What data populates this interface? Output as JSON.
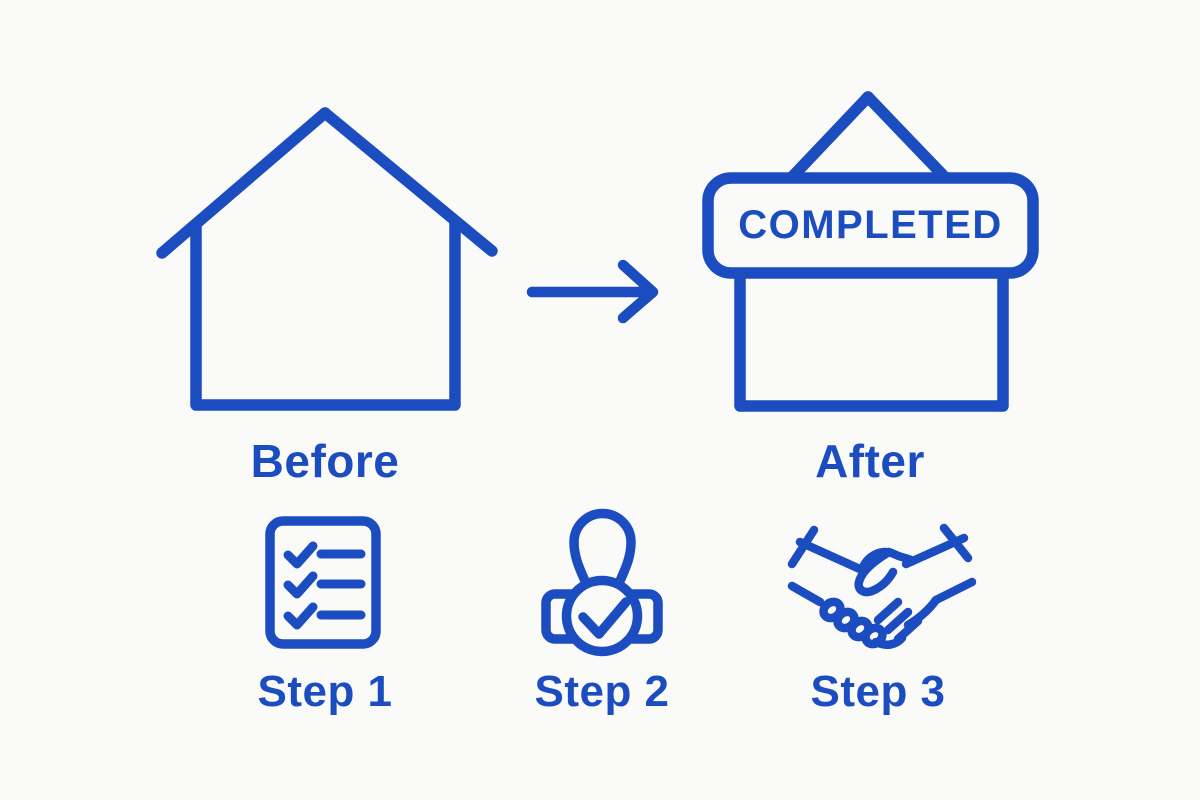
{
  "colors": {
    "accent": "#1B4DC1",
    "background": "#FAFAF8",
    "sign_fill": "#FAFAF8"
  },
  "comparison": {
    "before_label": "Before",
    "after_label": "After",
    "sign_text": "COMPLETED",
    "arrow_icon": "arrow-right-icon",
    "before_icon": "house-outline-icon",
    "after_icon": "house-completed-sign-icon"
  },
  "steps": [
    {
      "label": "Step 1",
      "icon": "checklist-icon"
    },
    {
      "label": "Step 2",
      "icon": "approval-stamp-icon"
    },
    {
      "label": "Step 3",
      "icon": "handshake-icon"
    }
  ]
}
